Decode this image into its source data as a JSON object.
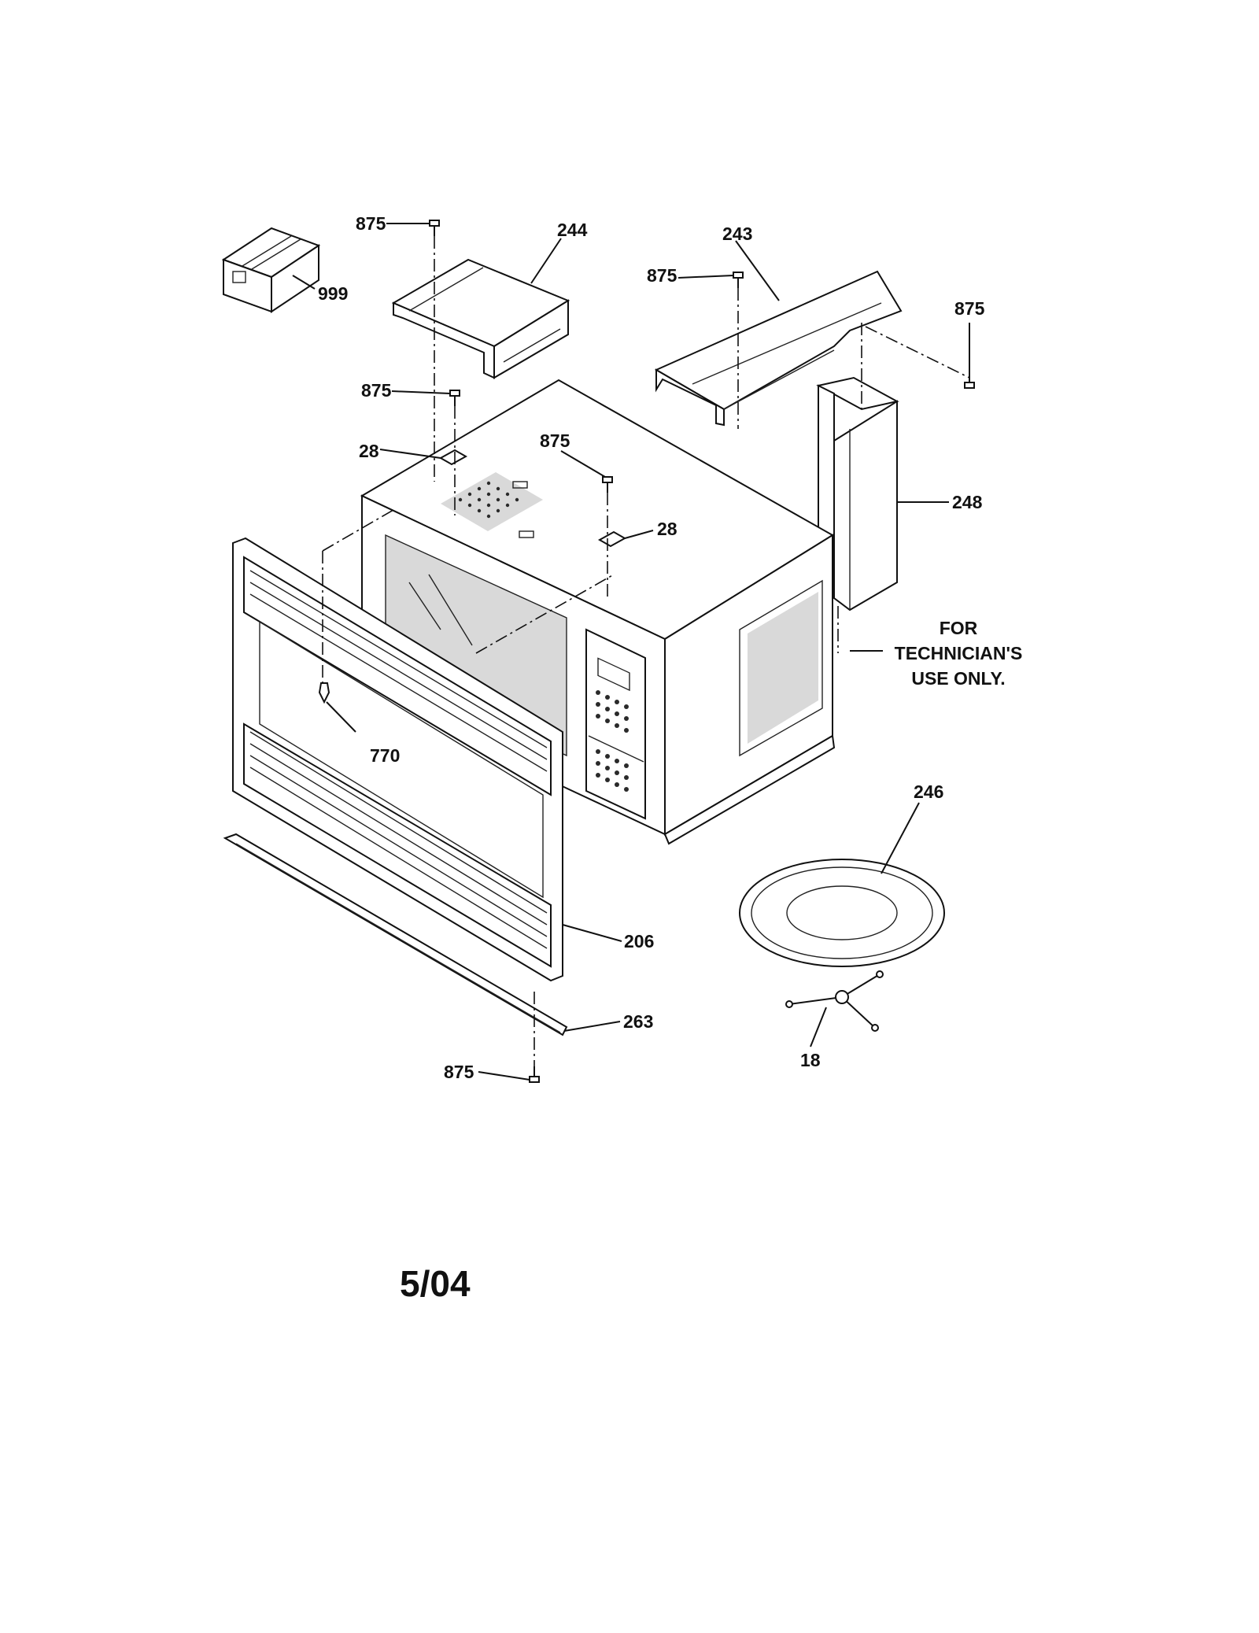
{
  "callouts": {
    "box": "999",
    "screw_top_left": "875",
    "cover_left": "244",
    "screw_cover_left": "875",
    "bracket_left": "28",
    "screw_center": "875",
    "bracket_right": "28",
    "cover_right": "243",
    "screw_cover_right": "875",
    "screw_far_right": "875",
    "duct": "248",
    "clip": "770",
    "frame": "206",
    "trim": "263",
    "screw_bottom": "875",
    "tray": "246",
    "roller": "18"
  },
  "note": {
    "line1": "FOR",
    "line2": "TECHNICIAN'S",
    "line3": "USE ONLY."
  },
  "date_code": "5/04"
}
